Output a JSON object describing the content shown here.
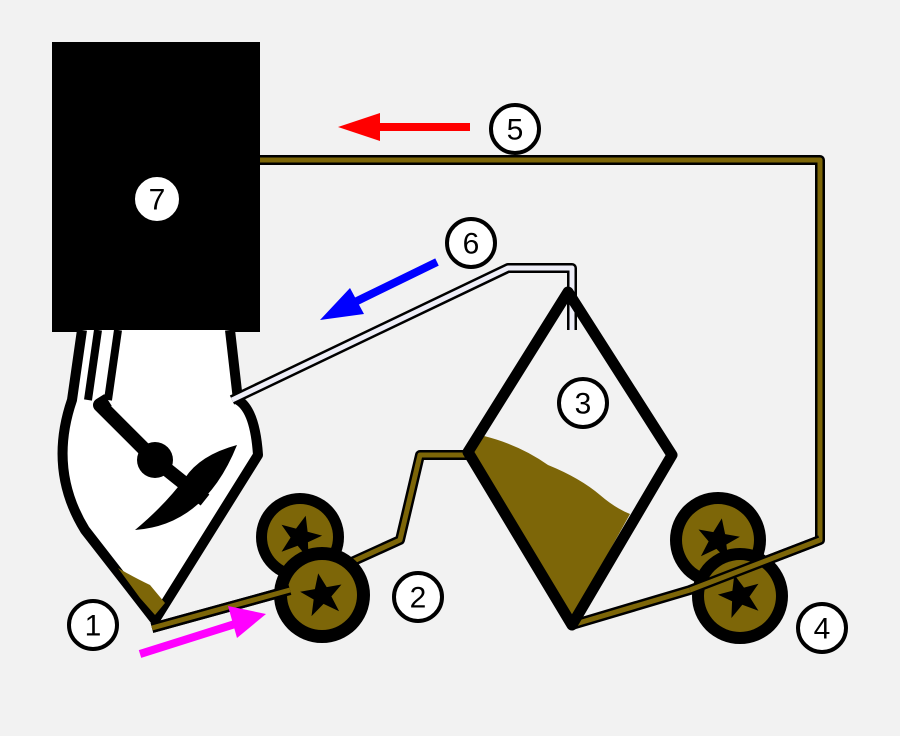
{
  "diagram": {
    "labels": {
      "reactor": "1",
      "pump_upper_stage": "2",
      "separator": "3",
      "pump_return": "4",
      "flow_return": "5",
      "flow_vapor": "6",
      "head_unit": "7"
    },
    "colors": {
      "background": "#f2f2f2",
      "outline": "#000000",
      "fluid": "#7d6608",
      "arrow_red": "#ff0000",
      "arrow_blue": "#0000ff",
      "arrow_magenta": "#ff00ff",
      "vapor_pipe": "#eeeef8",
      "badge_fill": "#ffffff"
    }
  }
}
